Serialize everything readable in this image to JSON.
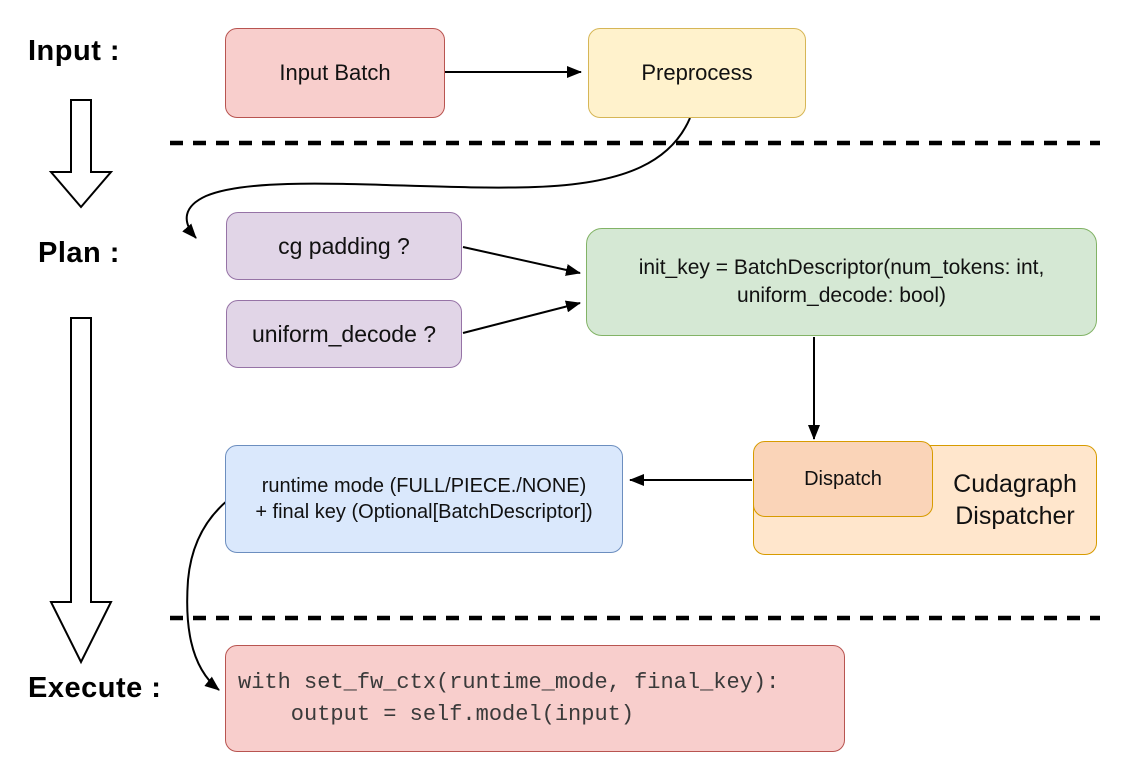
{
  "stages": {
    "input_label": "Input :",
    "plan_label": "Plan :",
    "execute_label": "Execute :"
  },
  "nodes": {
    "input_batch": "Input Batch",
    "preprocess": "Preprocess",
    "cg_padding": "cg padding ?",
    "uniform_decode": "uniform_decode ?",
    "init_key_line1": "init_key = BatchDescriptor(num_tokens: int,",
    "init_key_line2": "uniform_decode: bool)",
    "dispatch": "Dispatch",
    "dispatcher_line1": "Cudagraph",
    "dispatcher_line2": "Dispatcher",
    "runtime_line1": "runtime mode (FULL/PIECE./NONE)",
    "runtime_line2": "+ final key (Optional[BatchDescriptor])",
    "code_line1": "with set_fw_ctx(runtime_mode, final_key):",
    "code_line2": "    output = self.model(input)"
  },
  "colors": {
    "red_fill": "#f8cecc",
    "red_stroke": "#b85450",
    "yellow_fill": "#fff2cc",
    "yellow_stroke": "#d6b656",
    "purple_fill": "#e1d5e7",
    "purple_stroke": "#9673a6",
    "green_fill": "#d5e8d4",
    "green_stroke": "#82b366",
    "blue_fill": "#dae8fc",
    "blue_stroke": "#6c8ebf",
    "orange_outer_fill": "#ffe6cc",
    "orange_inner_fill": "#fad4b8",
    "orange_stroke": "#d79b00",
    "connector": "#000000"
  }
}
